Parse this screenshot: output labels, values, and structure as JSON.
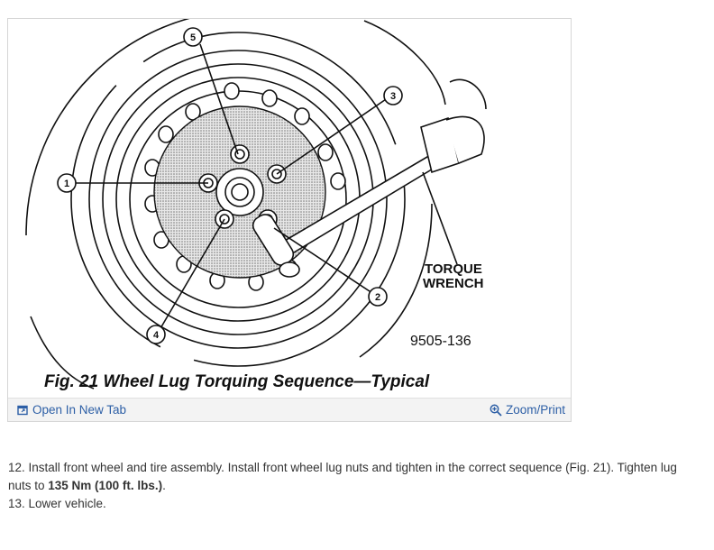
{
  "figure": {
    "callouts": [
      "1",
      "2",
      "3",
      "4",
      "5"
    ],
    "wrench_label_line1": "TORQUE",
    "wrench_label_line2": "WRENCH",
    "figure_id": "9505-136",
    "caption": "Fig. 21 Wheel Lug Torquing Sequence—Typical"
  },
  "toolbar": {
    "open_tab_label": "Open In New Tab",
    "zoom_label": "Zoom/Print",
    "open_tab_icon": "open-new-tab-icon",
    "zoom_icon": "magnifier-plus-icon",
    "link_color": "#2d5fa6"
  },
  "steps": [
    {
      "text_before": "12. Install front wheel and tire assembly. Install front wheel lug nuts and tighten in the correct sequence (Fig. 21). Tighten lug nuts to ",
      "bold": "135 Nm (100 ft. lbs.)",
      "text_after": "."
    },
    {
      "text_before": "13. Lower vehicle.",
      "bold": "",
      "text_after": ""
    }
  ]
}
